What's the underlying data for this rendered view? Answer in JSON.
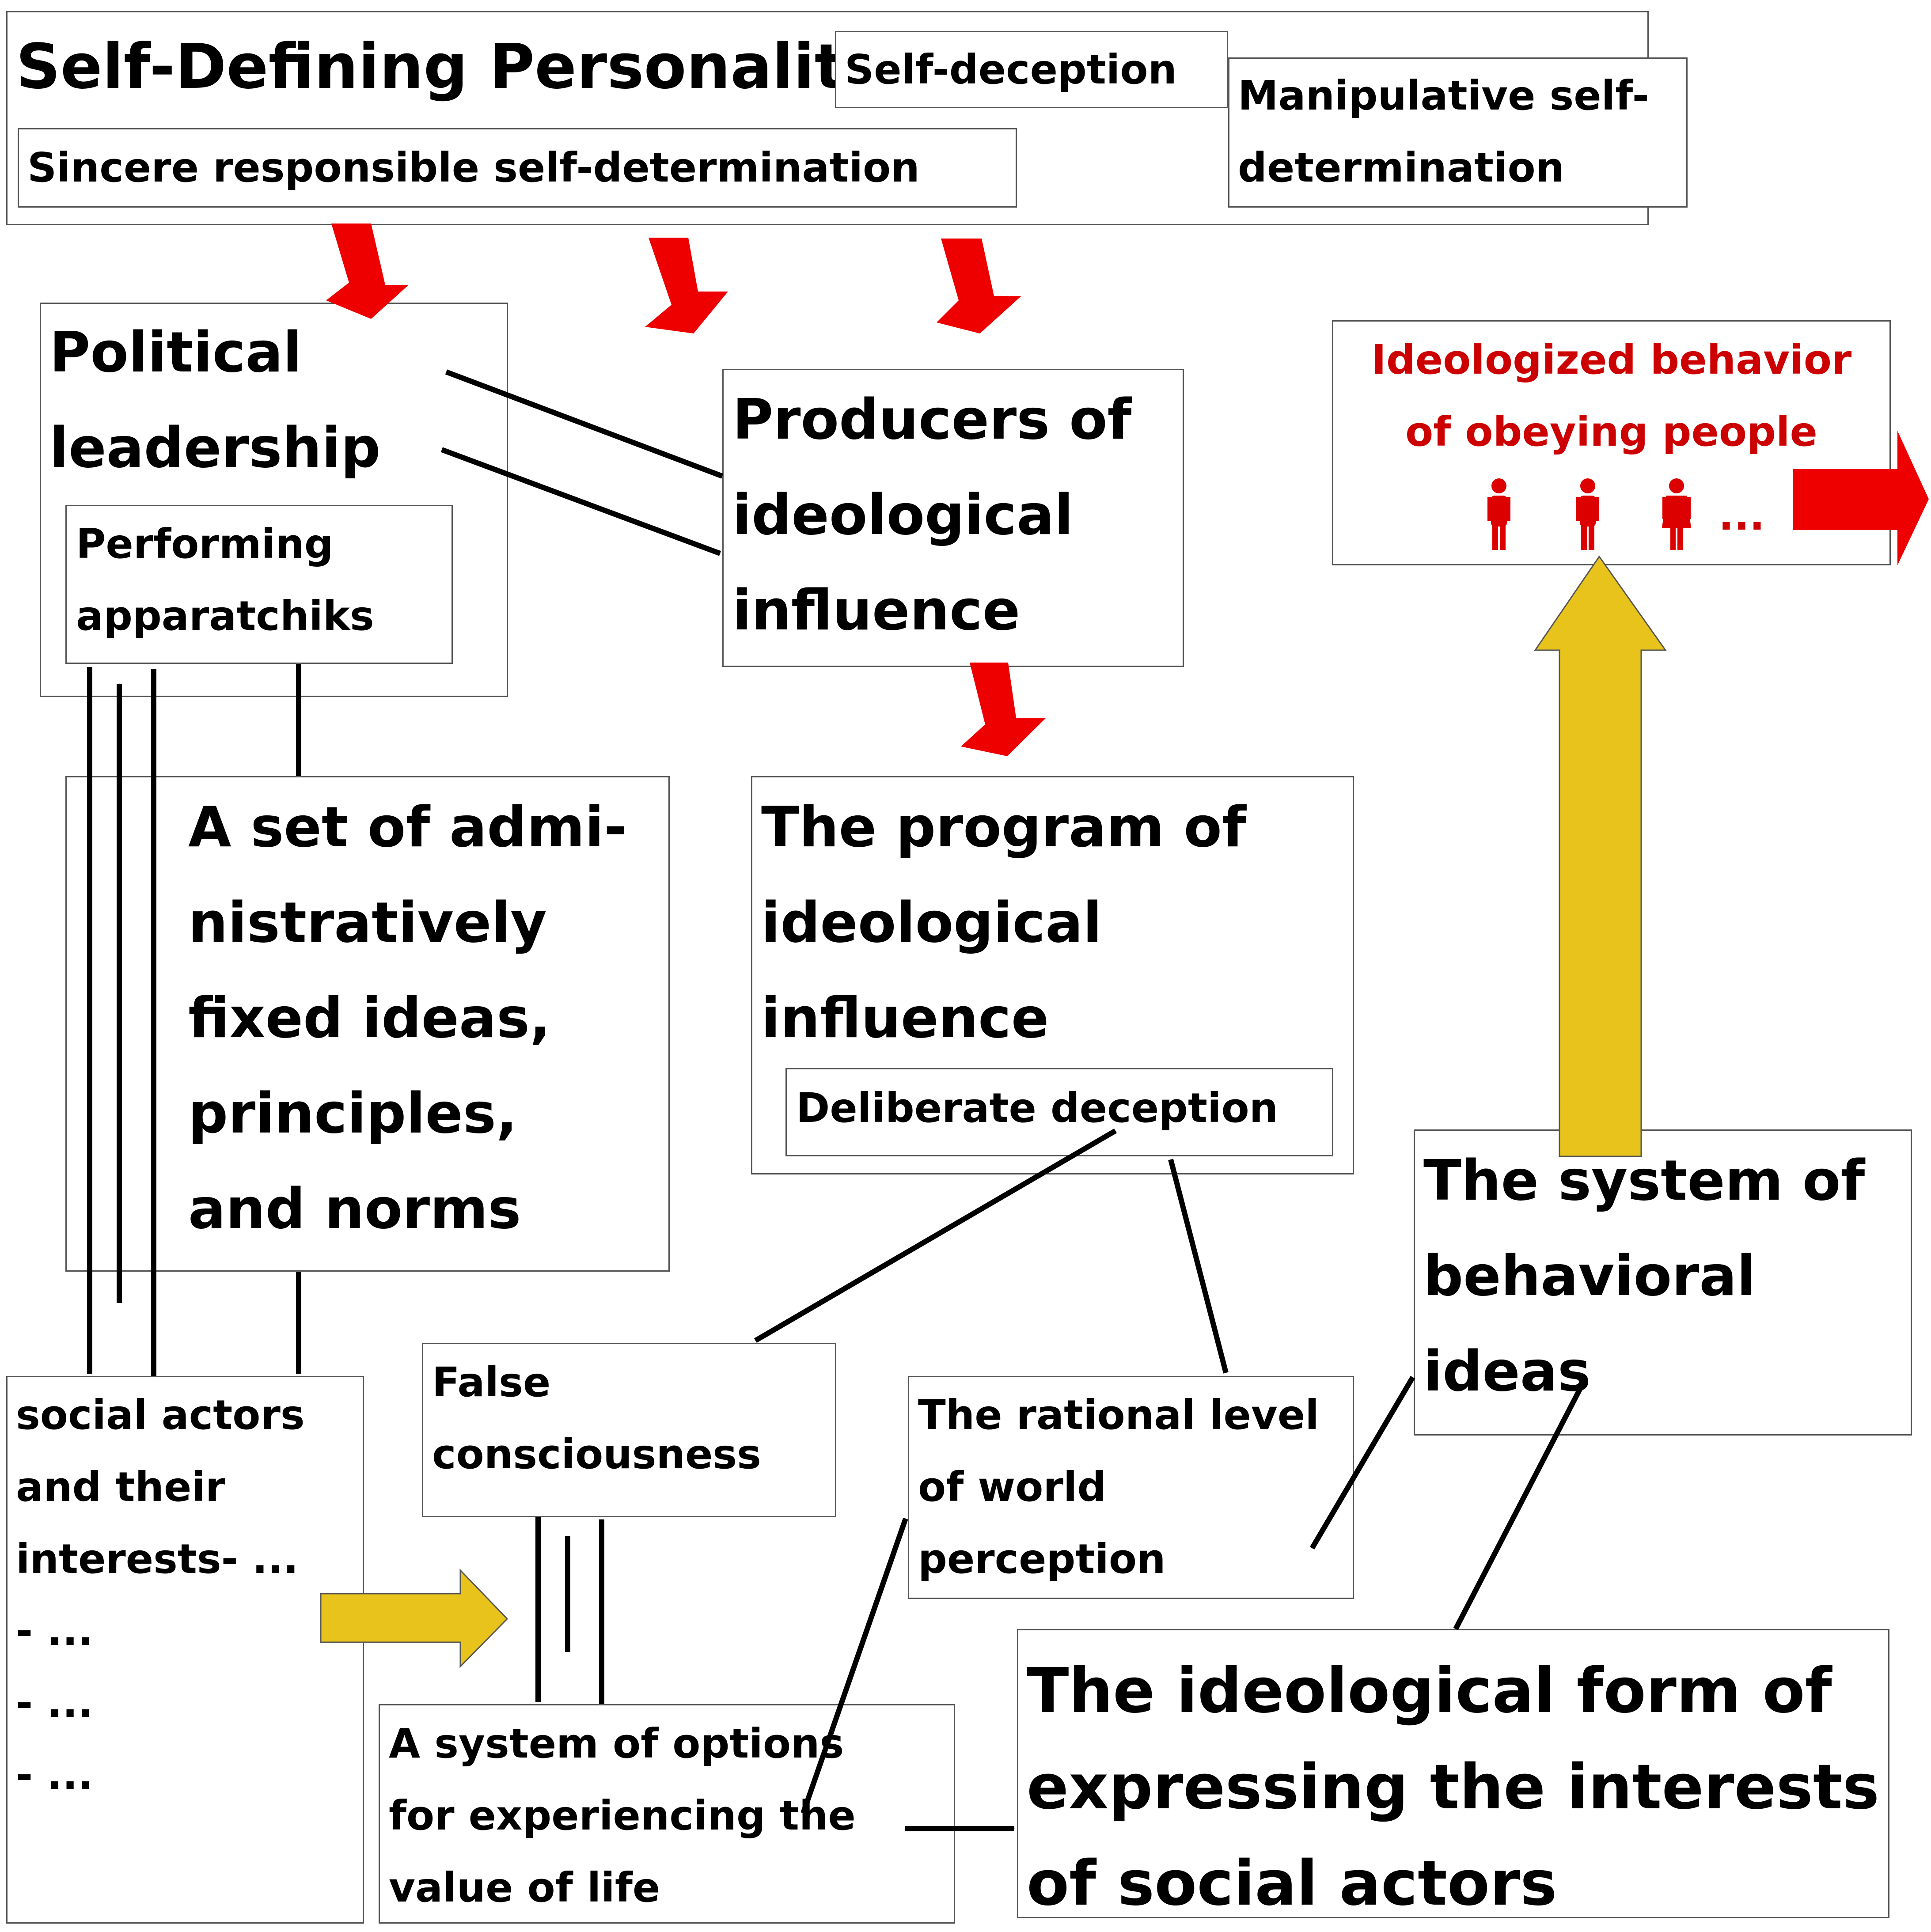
{
  "diagram": {
    "title": "Self-Defining Personality",
    "self_deception": "Self-deception",
    "manipulative": "Manipulative self-\ndetermination",
    "sincere": "Sincere responsible self-determination",
    "political_leadership": "Political\nleadership",
    "performing_apparatchiks": "Performing\napparatchiks",
    "producers": "Producers of\nideological\ninfluence",
    "ideologized_behavior": "Ideologized behavior\nof obeying people",
    "people_ellipsis": "...",
    "set_of_ideas": "A set of admi-\nnistratively\nfixed ideas,\nprinciples,\nand norms",
    "program": "The program of\nideological\ninfluence",
    "deliberate_deception": "Deliberate deception",
    "system_behavioral": "The system of\nbehavioral\nideas",
    "social_actors": "social actors\nand their\ninterests- ...\n- ...\n- ...\n- ...",
    "false_consciousness": "False\nconsciousness",
    "rational_level": "The rational level\nof world\nperception",
    "ideological_form": "The ideological form of\nexpressing the interests\nof social actors",
    "system_options": "A system of options\nfor experiencing the\nvalue of life"
  },
  "colors": {
    "red_arrow": "#ee0000",
    "yellow_arrow": "#e8c31c",
    "text_red": "#cc0000",
    "border": "#555555"
  }
}
